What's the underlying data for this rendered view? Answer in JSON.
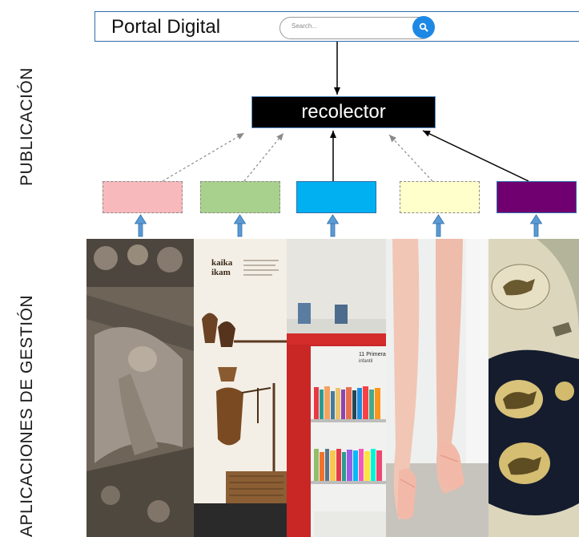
{
  "labels": {
    "publication": "PUBLICACIÓN",
    "management": "APLICACIONES DE GESTIÓN"
  },
  "portal": {
    "title": "Portal Digital",
    "search_placeholder": "Search..."
  },
  "harvester": {
    "label": "recolector"
  },
  "sources": [
    {
      "name": "source-pink",
      "color": "#f8b9bd",
      "connection": "dashed"
    },
    {
      "name": "source-green",
      "color": "#a9d18e",
      "connection": "dashed"
    },
    {
      "name": "source-blue",
      "color": "#00b0f0",
      "connection": "solid"
    },
    {
      "name": "source-yellow",
      "color": "#ffffcc",
      "connection": "dashed"
    },
    {
      "name": "source-purple",
      "color": "#700070",
      "connection": "solid"
    }
  ],
  "photo_panels": [
    {
      "subject": "romanesque stone capital carving"
    },
    {
      "subject": "museum display of wooden and woven objects",
      "sign_text": "kaika ikam"
    },
    {
      "subject": "library bookshelves",
      "shelf_label": "11 Primera infantil"
    },
    {
      "subject": "ballet dancer feet en pointe"
    },
    {
      "subject": "illuminated heraldic manuscript with animals"
    }
  ]
}
